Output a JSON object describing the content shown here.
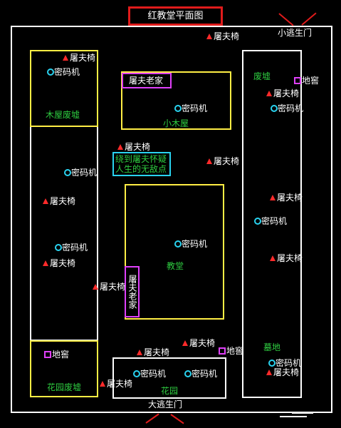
{
  "title": "红教堂平面图",
  "exits": {
    "small_gate": "小逃生门",
    "big_gate": "大逃生门"
  },
  "areas": {
    "wooden_house_ruins": "木屋废墟",
    "small_wooden_house": "小木屋",
    "butcher_old_home": "屠夫老家",
    "church": "教堂",
    "ruins": "废墟",
    "graveyard": "墓地",
    "garden_ruins": "花园废墟",
    "garden": "花园"
  },
  "legend": {
    "chair": "屠夫椅",
    "cipher": "密码机",
    "cellar": "地窖"
  },
  "note": "绕到屠夫怀疑人生的无敌点",
  "colors": {
    "chair": "#ff2a2a",
    "cipher": "#29d3f0",
    "cellar": "#e040fb",
    "area_label": "#2ecc40",
    "building_outline": "#ffee44",
    "title_box": "#e01b1b"
  }
}
